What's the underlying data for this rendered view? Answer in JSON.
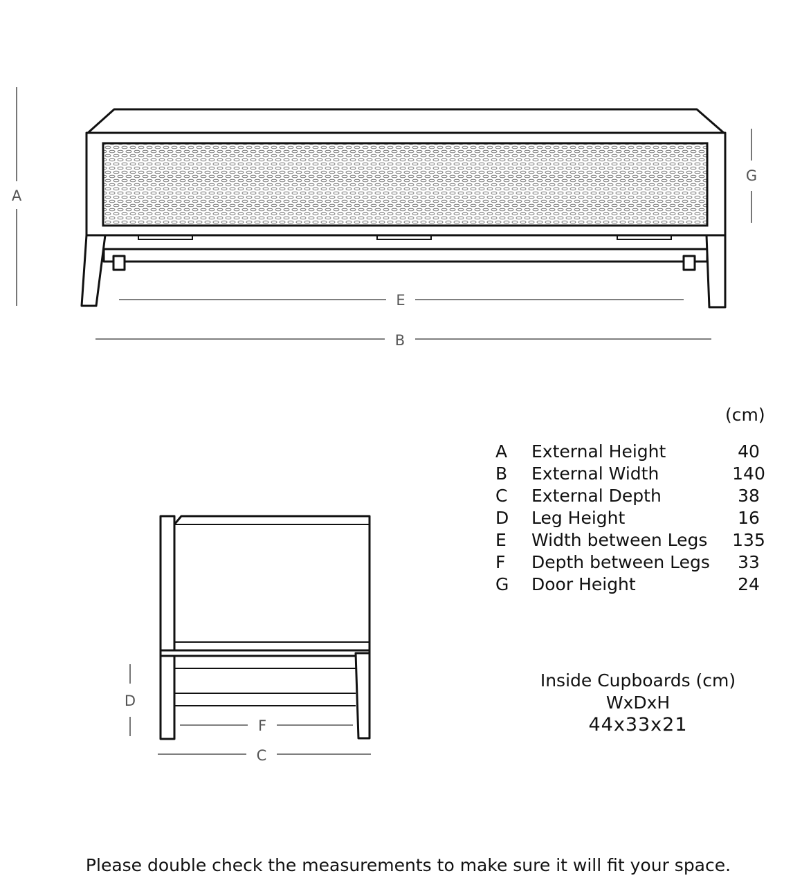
{
  "diagram": {
    "dimension_letters": {
      "a": "A",
      "b": "B",
      "c": "C",
      "d": "D",
      "e": "E",
      "f": "F",
      "g": "G"
    }
  },
  "dimensions": {
    "unit_header": "(cm)",
    "rows": [
      {
        "letter": "A",
        "name": "External Height",
        "value": "40"
      },
      {
        "letter": "B",
        "name": "External Width",
        "value": "140"
      },
      {
        "letter": "C",
        "name": "External Depth",
        "value": "38"
      },
      {
        "letter": "D",
        "name": "Leg Height",
        "value": "16"
      },
      {
        "letter": "E",
        "name": "Width between Legs",
        "value": "135"
      },
      {
        "letter": "F",
        "name": "Depth between Legs",
        "value": "33"
      },
      {
        "letter": "G",
        "name": "Door Height",
        "value": "24"
      }
    ]
  },
  "inside_cupboards": {
    "title": "Inside Cupboards (cm)",
    "format": "WxDxH",
    "value": "44x33x21"
  },
  "footer_note": "Please double check the measurements to make sure it will fit your space."
}
